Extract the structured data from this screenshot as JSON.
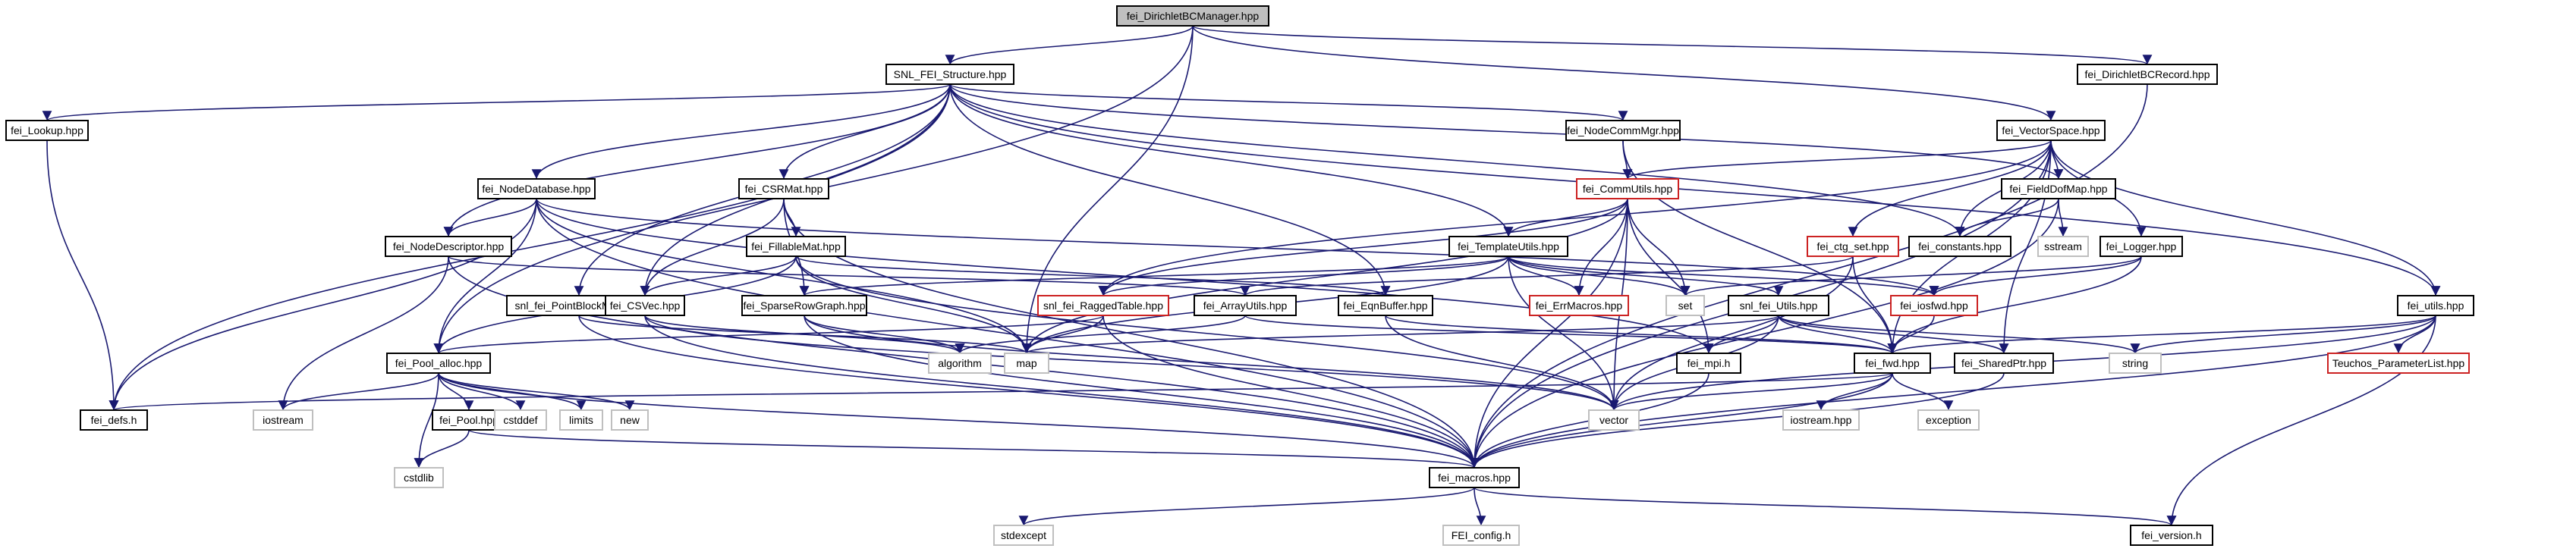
{
  "nodes": [
    {
      "id": "root",
      "label": "fei_DirichletBCManager.hpp",
      "style": "root"
    },
    {
      "id": "snl_fei_structure",
      "label": "SNL_FEI_Structure.hpp",
      "style": "black"
    },
    {
      "id": "dirichlet_record",
      "label": "fei_DirichletBCRecord.hpp",
      "style": "black"
    },
    {
      "id": "lookup",
      "label": "fei_Lookup.hpp",
      "style": "black"
    },
    {
      "id": "nodecommmgr",
      "label": "fei_NodeCommMgr.hpp",
      "style": "black"
    },
    {
      "id": "vectorspace",
      "label": "fei_VectorSpace.hpp",
      "style": "black"
    },
    {
      "id": "nodedatabase",
      "label": "fei_NodeDatabase.hpp",
      "style": "black"
    },
    {
      "id": "csrmat",
      "label": "fei_CSRMat.hpp",
      "style": "black"
    },
    {
      "id": "commutils",
      "label": "fei_CommUtils.hpp",
      "style": "red"
    },
    {
      "id": "fielddofmap",
      "label": "fei_FieldDofMap.hpp",
      "style": "black"
    },
    {
      "id": "nodedescriptor",
      "label": "fei_NodeDescriptor.hpp",
      "style": "black"
    },
    {
      "id": "fillablemat",
      "label": "fei_FillableMat.hpp",
      "style": "black"
    },
    {
      "id": "templateutils",
      "label": "fei_TemplateUtils.hpp",
      "style": "black"
    },
    {
      "id": "ctg_set",
      "label": "fei_ctg_set.hpp",
      "style": "red"
    },
    {
      "id": "constants",
      "label": "fei_constants.hpp",
      "style": "black"
    },
    {
      "id": "sstream",
      "label": "sstream",
      "style": "gray"
    },
    {
      "id": "logger",
      "label": "fei_Logger.hpp",
      "style": "black"
    },
    {
      "id": "pointblockmap",
      "label": "snl_fei_PointBlockMap.hpp",
      "style": "black"
    },
    {
      "id": "csvec",
      "label": "fei_CSVec.hpp",
      "style": "black"
    },
    {
      "id": "sparserowgraph",
      "label": "fei_SparseRowGraph.hpp",
      "style": "black"
    },
    {
      "id": "raggedtable",
      "label": "snl_fei_RaggedTable.hpp",
      "style": "red"
    },
    {
      "id": "arrayutils",
      "label": "fei_ArrayUtils.hpp",
      "style": "black"
    },
    {
      "id": "eqnbuffer",
      "label": "fei_EqnBuffer.hpp",
      "style": "black"
    },
    {
      "id": "errmacros",
      "label": "fei_ErrMacros.hpp",
      "style": "red"
    },
    {
      "id": "set",
      "label": "set",
      "style": "gray"
    },
    {
      "id": "snl_fei_utils",
      "label": "snl_fei_Utils.hpp",
      "style": "black"
    },
    {
      "id": "iosfwd",
      "label": "fei_iosfwd.hpp",
      "style": "red"
    },
    {
      "id": "fei_utils",
      "label": "fei_utils.hpp",
      "style": "black"
    },
    {
      "id": "pool_alloc",
      "label": "fei_Pool_alloc.hpp",
      "style": "black"
    },
    {
      "id": "algorithm",
      "label": "algorithm",
      "style": "gray"
    },
    {
      "id": "map",
      "label": "map",
      "style": "gray"
    },
    {
      "id": "mpi",
      "label": "fei_mpi.h",
      "style": "black"
    },
    {
      "id": "fwd",
      "label": "fei_fwd.hpp",
      "style": "black"
    },
    {
      "id": "sharedptr",
      "label": "fei_SharedPtr.hpp",
      "style": "black"
    },
    {
      "id": "string",
      "label": "string",
      "style": "gray"
    },
    {
      "id": "teuchos",
      "label": "Teuchos_ParameterList.hpp",
      "style": "red"
    },
    {
      "id": "defs",
      "label": "fei_defs.h",
      "style": "black"
    },
    {
      "id": "iostream",
      "label": "iostream",
      "style": "gray"
    },
    {
      "id": "pool",
      "label": "fei_Pool.hpp",
      "style": "black"
    },
    {
      "id": "cstddef",
      "label": "cstddef",
      "style": "gray"
    },
    {
      "id": "limits",
      "label": "limits",
      "style": "gray"
    },
    {
      "id": "new",
      "label": "new",
      "style": "gray"
    },
    {
      "id": "vector",
      "label": "vector",
      "style": "gray"
    },
    {
      "id": "iostream_hpp",
      "label": "iostream.hpp",
      "style": "gray"
    },
    {
      "id": "exception",
      "label": "exception",
      "style": "gray"
    },
    {
      "id": "cstdlib",
      "label": "cstdlib",
      "style": "gray"
    },
    {
      "id": "macros",
      "label": "fei_macros.hpp",
      "style": "black"
    },
    {
      "id": "stdexcept",
      "label": "stdexcept",
      "style": "gray"
    },
    {
      "id": "fei_config",
      "label": "FEI_config.h",
      "style": "gray"
    },
    {
      "id": "version",
      "label": "fei_version.h",
      "style": "black"
    }
  ],
  "edges": [
    [
      "root",
      "snl_fei_structure"
    ],
    [
      "root",
      "dirichlet_record"
    ],
    [
      "root",
      "vectorspace"
    ],
    [
      "root",
      "pool_alloc"
    ],
    [
      "root",
      "map"
    ],
    [
      "dirichlet_record",
      "macros"
    ],
    [
      "snl_fei_structure",
      "lookup"
    ],
    [
      "snl_fei_structure",
      "nodecommmgr"
    ],
    [
      "snl_fei_structure",
      "nodedatabase"
    ],
    [
      "snl_fei_structure",
      "csrmat"
    ],
    [
      "snl_fei_structure",
      "fielddofmap"
    ],
    [
      "snl_fei_structure",
      "nodedescriptor"
    ],
    [
      "snl_fei_structure",
      "templateutils"
    ],
    [
      "snl_fei_structure",
      "constants"
    ],
    [
      "snl_fei_structure",
      "pointblockmap"
    ],
    [
      "snl_fei_structure",
      "csvec"
    ],
    [
      "snl_fei_structure",
      "eqnbuffer"
    ],
    [
      "snl_fei_structure",
      "fei_utils"
    ],
    [
      "snl_fei_structure",
      "defs"
    ],
    [
      "lookup",
      "defs"
    ],
    [
      "nodecommmgr",
      "commutils"
    ],
    [
      "nodecommmgr",
      "fwd"
    ],
    [
      "vectorspace",
      "commutils"
    ],
    [
      "vectorspace",
      "fielddofmap"
    ],
    [
      "vectorspace",
      "ctg_set"
    ],
    [
      "vectorspace",
      "constants"
    ],
    [
      "vectorspace",
      "logger"
    ],
    [
      "vectorspace",
      "fwd"
    ],
    [
      "vectorspace",
      "sharedptr"
    ],
    [
      "vectorspace",
      "fei_utils"
    ],
    [
      "vectorspace",
      "raggedtable"
    ],
    [
      "vectorspace",
      "macros"
    ],
    [
      "nodedatabase",
      "nodedescriptor"
    ],
    [
      "nodedatabase",
      "pool_alloc"
    ],
    [
      "nodedatabase",
      "map"
    ],
    [
      "nodedatabase",
      "defs"
    ],
    [
      "nodedatabase",
      "macros"
    ],
    [
      "nodedatabase",
      "mpi"
    ],
    [
      "nodedatabase",
      "iosfwd"
    ],
    [
      "csrmat",
      "fillablemat"
    ],
    [
      "csrmat",
      "csvec"
    ],
    [
      "csrmat",
      "sparserowgraph"
    ],
    [
      "csrmat",
      "macros"
    ],
    [
      "commutils",
      "templateutils"
    ],
    [
      "commutils",
      "errmacros"
    ],
    [
      "commutils",
      "set"
    ],
    [
      "commutils",
      "vector"
    ],
    [
      "commutils",
      "mpi"
    ],
    [
      "commutils",
      "map"
    ],
    [
      "commutils",
      "raggedtable"
    ],
    [
      "commutils",
      "macros"
    ],
    [
      "fielddofmap",
      "constants"
    ],
    [
      "fielddofmap",
      "sstream"
    ],
    [
      "fielddofmap",
      "macros"
    ],
    [
      "nodedescriptor",
      "arrayutils"
    ],
    [
      "nodedescriptor",
      "iostream"
    ],
    [
      "nodedescriptor",
      "macros"
    ],
    [
      "fillablemat",
      "csvec"
    ],
    [
      "fillablemat",
      "pool_alloc"
    ],
    [
      "fillablemat",
      "eqnbuffer"
    ],
    [
      "fillablemat",
      "map"
    ],
    [
      "fillablemat",
      "vector"
    ],
    [
      "templateutils",
      "sparserowgraph"
    ],
    [
      "templateutils",
      "raggedtable"
    ],
    [
      "templateutils",
      "set"
    ],
    [
      "templateutils",
      "vector"
    ],
    [
      "templateutils",
      "map"
    ],
    [
      "templateutils",
      "snl_fei_utils"
    ],
    [
      "templateutils",
      "errmacros"
    ],
    [
      "templateutils",
      "iosfwd"
    ],
    [
      "ctg_set",
      "arrayutils"
    ],
    [
      "ctg_set",
      "fwd"
    ],
    [
      "ctg_set",
      "vector"
    ],
    [
      "logger",
      "fwd"
    ],
    [
      "logger",
      "set"
    ],
    [
      "logger",
      "iosfwd"
    ],
    [
      "pointblockmap",
      "map"
    ],
    [
      "pointblockmap",
      "macros"
    ],
    [
      "csvec",
      "algorithm"
    ],
    [
      "csvec",
      "vector"
    ],
    [
      "csvec",
      "macros"
    ],
    [
      "sparserowgraph",
      "algorithm"
    ],
    [
      "sparserowgraph",
      "vector"
    ],
    [
      "sparserowgraph",
      "macros"
    ],
    [
      "raggedtable",
      "pool_alloc"
    ],
    [
      "raggedtable",
      "macros"
    ],
    [
      "raggedtable",
      "map"
    ],
    [
      "arrayutils",
      "algorithm"
    ],
    [
      "arrayutils",
      "fwd"
    ],
    [
      "eqnbuffer",
      "fwd"
    ],
    [
      "eqnbuffer",
      "vector"
    ],
    [
      "snl_fei_utils",
      "fwd"
    ],
    [
      "snl_fei_utils",
      "string"
    ],
    [
      "snl_fei_utils",
      "vector"
    ],
    [
      "snl_fei_utils",
      "mpi"
    ],
    [
      "snl_fei_utils",
      "map"
    ],
    [
      "snl_fei_utils",
      "sharedptr"
    ],
    [
      "iosfwd",
      "fwd"
    ],
    [
      "fei_utils",
      "fwd"
    ],
    [
      "fei_utils",
      "string"
    ],
    [
      "fei_utils",
      "vector"
    ],
    [
      "fei_utils",
      "teuchos"
    ],
    [
      "fei_utils",
      "version"
    ],
    [
      "fei_utils",
      "macros"
    ],
    [
      "pool_alloc",
      "pool"
    ],
    [
      "pool_alloc",
      "iostream"
    ],
    [
      "pool_alloc",
      "cstddef"
    ],
    [
      "pool_alloc",
      "limits"
    ],
    [
      "pool_alloc",
      "new"
    ],
    [
      "pool_alloc",
      "cstdlib"
    ],
    [
      "pool_alloc",
      "macros"
    ],
    [
      "pool",
      "cstdlib"
    ],
    [
      "pool",
      "macros"
    ],
    [
      "mpi",
      "macros"
    ],
    [
      "fwd",
      "vector"
    ],
    [
      "fwd",
      "iostream_hpp"
    ],
    [
      "fwd",
      "exception"
    ],
    [
      "fwd",
      "macros"
    ],
    [
      "fwd",
      "defs"
    ],
    [
      "sharedptr",
      "macros"
    ],
    [
      "macros",
      "fei_config"
    ],
    [
      "macros",
      "stdexcept"
    ],
    [
      "macros",
      "version"
    ]
  ]
}
